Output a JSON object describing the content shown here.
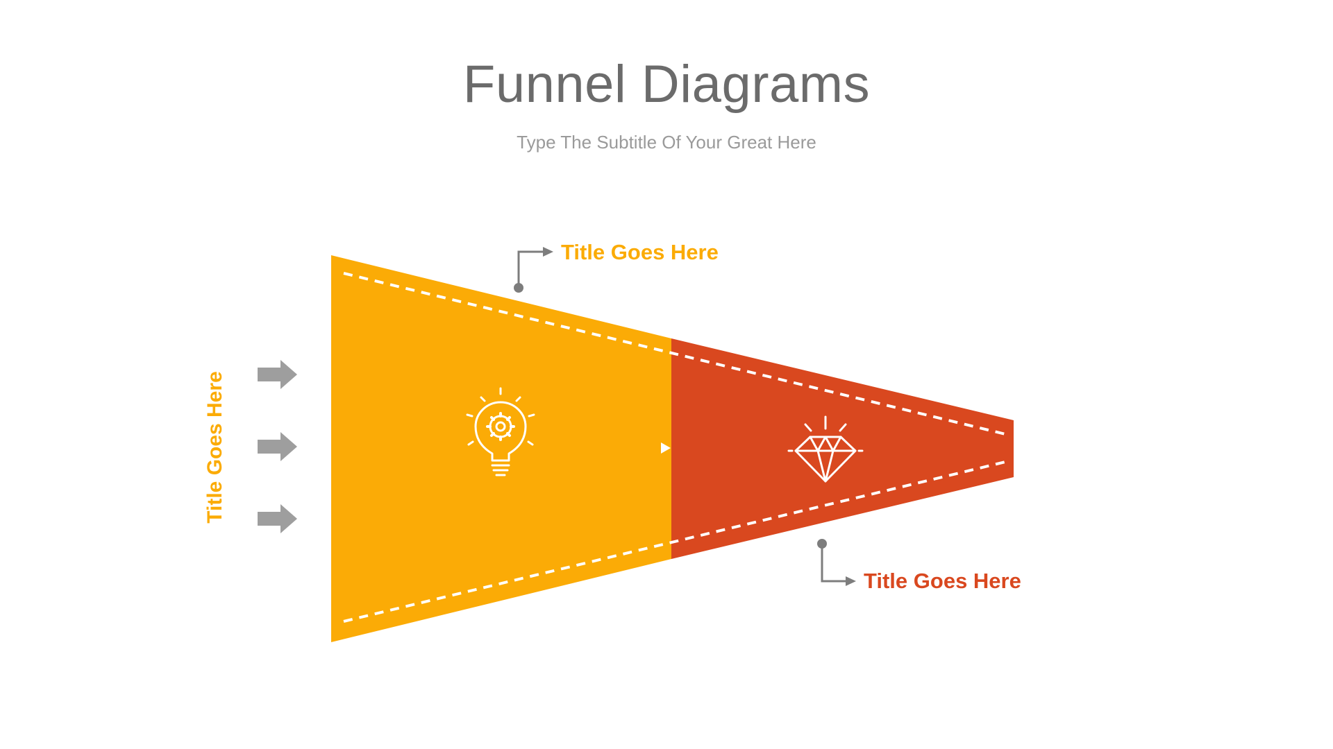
{
  "header": {
    "title": "Funnel Diagrams",
    "subtitle": "Type The Subtitle Of Your Great Here"
  },
  "callouts": {
    "top": "Title Goes Here",
    "bottom": "Title Goes Here",
    "side": "Title Goes Here"
  },
  "colors": {
    "yellow": "#FBAB06",
    "red": "#D9481F",
    "gray": "#8c8c8c",
    "arrow_gray": "#9e9e9e"
  },
  "icons": {
    "stage1": "lightbulb-gear-icon",
    "stage2": "diamond-icon"
  }
}
